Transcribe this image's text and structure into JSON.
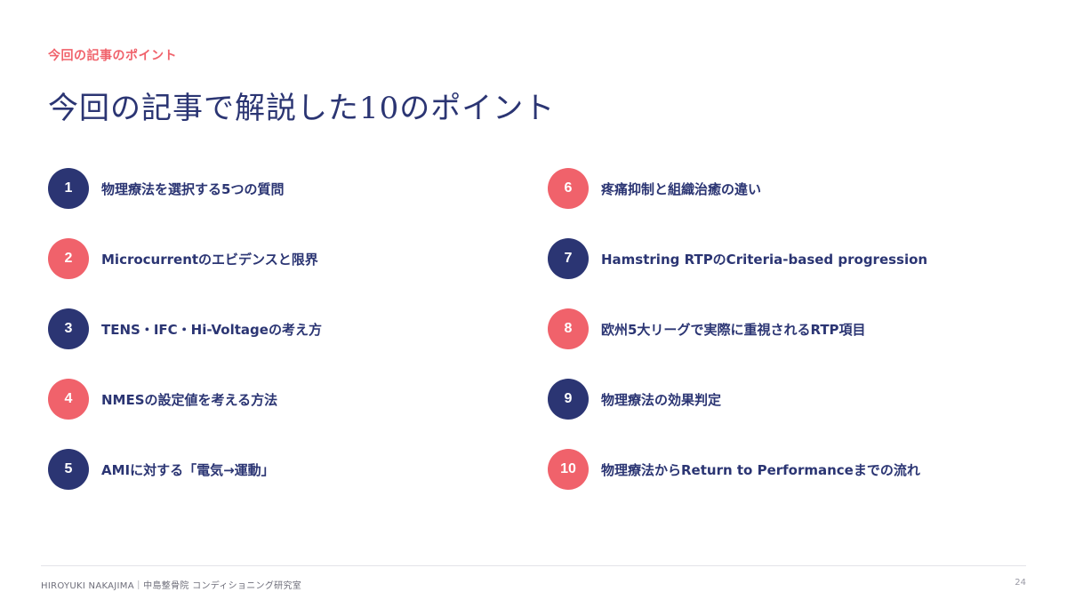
{
  "eyebrow": "今回の記事のポイント",
  "title": "今回の記事で解説した10のポイント",
  "points_left": [
    {
      "number": "1",
      "label": "物理療法を選択する5つの質問",
      "color": "navy"
    },
    {
      "number": "2",
      "label": "Microcurrentのエビデンスと限界",
      "color": "coral"
    },
    {
      "number": "3",
      "label": "TENS・IFC・Hi-Voltageの考え方",
      "color": "navy"
    },
    {
      "number": "4",
      "label": "NMESの設定値を考える方法",
      "color": "coral"
    },
    {
      "number": "5",
      "label": "AMIに対する「電気→運動」",
      "color": "navy"
    }
  ],
  "points_right": [
    {
      "number": "6",
      "label": "疼痛抑制と組織治癒の違い",
      "color": "coral"
    },
    {
      "number": "7",
      "label": "Hamstring RTPのCriteria-based progression",
      "color": "navy"
    },
    {
      "number": "8",
      "label": "欧州5大リーグで実際に重視されるRTP項目",
      "color": "coral"
    },
    {
      "number": "9",
      "label": "物理療法の効果判定",
      "color": "navy"
    },
    {
      "number": "10",
      "label": "物理療法からReturn to Performanceまでの流れ",
      "color": "coral"
    }
  ],
  "colors": {
    "navy": "#2b3573",
    "coral": "#f0626b"
  },
  "footer": {
    "text": "HIROYUKI NAKAJIMA｜中島整骨院 コンディショニング研究室",
    "page_number": "24"
  }
}
